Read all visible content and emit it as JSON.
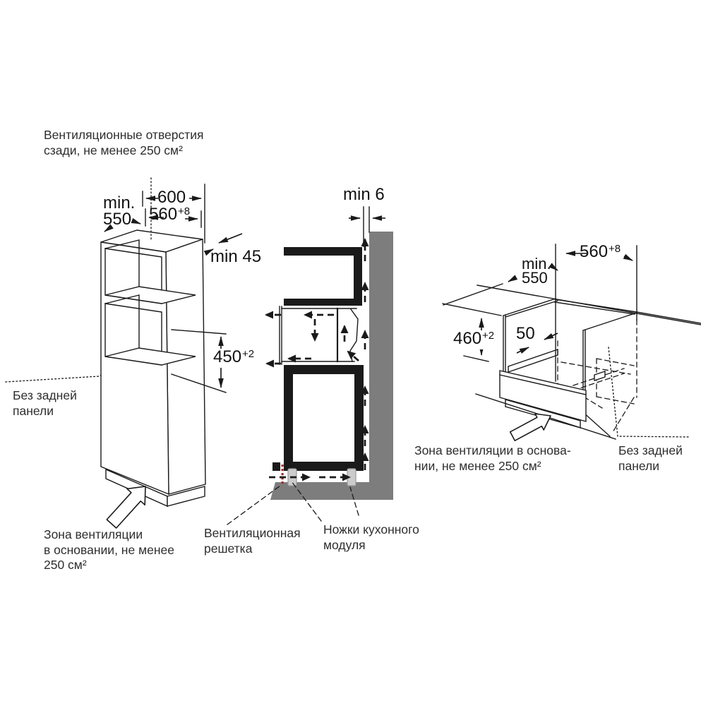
{
  "colors": {
    "line": "#1a1a1a",
    "wall": "#7d7d7d",
    "foot": "#cccccc",
    "footst": "#9a9a9a",
    "grille": "#a33030",
    "text": "#2e2e2e",
    "dim": "#121212",
    "bg": "#ffffff"
  },
  "labels": {
    "vent_holes_back": {
      "line1": "Вентиляционные отверстия",
      "line2": "сзади, не менее 250 см²"
    },
    "no_back_panel_left": {
      "line1": "Без задней",
      "line2": "панели"
    },
    "vent_zone_left": {
      "line1": "Зона вентиляции",
      "line2": "в основании, не менее",
      "line3": "250 см²"
    },
    "vent_grille": {
      "line1": "Вентиляционная",
      "line2": "решетка"
    },
    "module_feet": {
      "line1": "Ножки кухонного",
      "line2": "модуля"
    },
    "vent_zone_right": {
      "line1": "Зона вентиляции в основа-",
      "line2": "нии, не менее 250 см²"
    },
    "no_back_panel_right": {
      "line1": "Без задней",
      "line2": "панели"
    }
  },
  "dimensions": {
    "min_550_left": {
      "line1": "min.",
      "line2": "550"
    },
    "width_600": "600",
    "width_560_left": {
      "value": "560",
      "tolerance": "+8"
    },
    "min_45": "min 45",
    "height_450": {
      "value": "450",
      "tolerance": "+2"
    },
    "min_6": "min 6",
    "width_560_right": {
      "value": "560",
      "tolerance": "+8"
    },
    "min_550_right": {
      "line1": "min.",
      "line2": "550"
    },
    "height_460": {
      "value": "460",
      "tolerance": "+2"
    },
    "rail_50": "50"
  }
}
